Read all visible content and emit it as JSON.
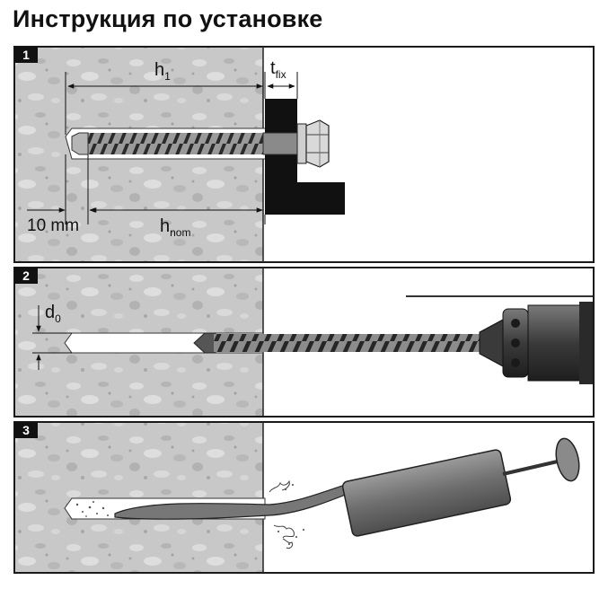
{
  "title": "Инструкция по установке",
  "steps": [
    {
      "number": "1"
    },
    {
      "number": "2"
    },
    {
      "number": "3"
    }
  ],
  "labels": {
    "h1_main": "h",
    "h1_sub": "1",
    "tfix_main": "t",
    "tfix_sub": "fix",
    "offset": "10 mm",
    "hnom_main": "h",
    "hnom_sub": "nom",
    "d0_main": "d",
    "d0_sub": "0"
  },
  "colors": {
    "concrete": "#c9c9c9",
    "frame": "#1a1a1a",
    "fixture": "#111111",
    "gun": "#7a7a7a"
  }
}
